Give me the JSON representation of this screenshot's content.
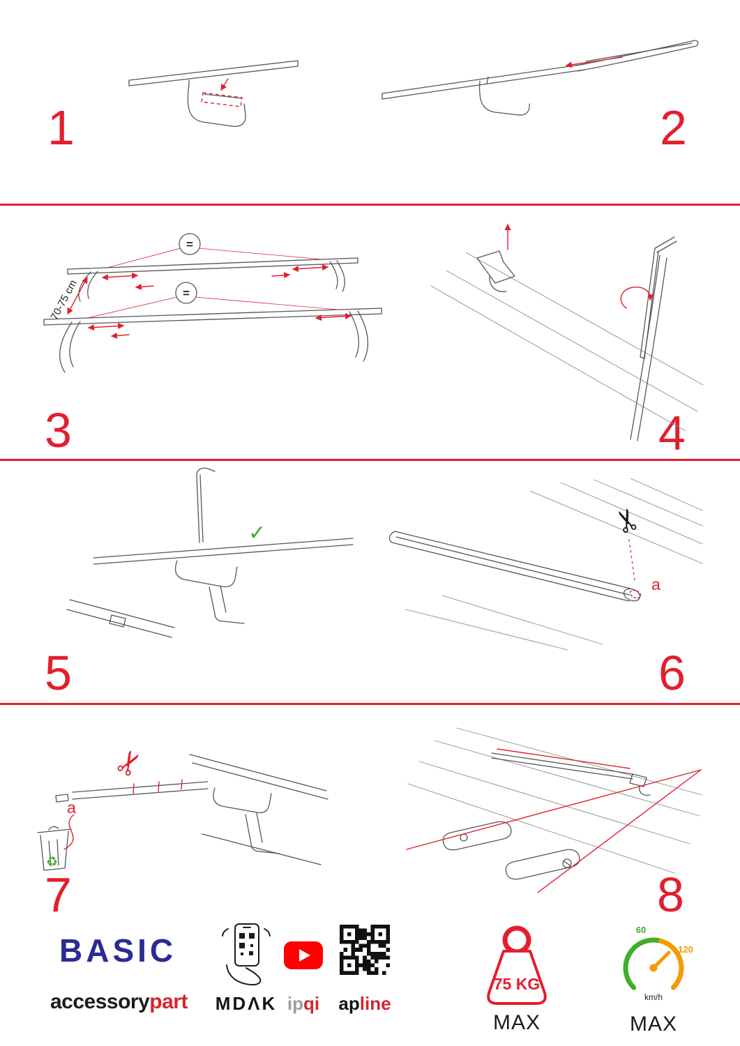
{
  "page": {
    "accent_red": "#e31e2d",
    "brand_blue": "#2b2b94",
    "green": "#3fae2a",
    "orange": "#f59a00",
    "youtube_red": "#ff0000",
    "background": "#ffffff"
  },
  "steps": [
    {
      "number": "1"
    },
    {
      "number": "2"
    },
    {
      "number": "3"
    },
    {
      "number": "4"
    },
    {
      "number": "5"
    },
    {
      "number": "6"
    },
    {
      "number": "7"
    },
    {
      "number": "8"
    }
  ],
  "annotations": {
    "equal_top": "=",
    "equal_bottom": "=",
    "bar_distance": "70-75 cm",
    "cut_label_step6": "a",
    "cut_label_step7": "a"
  },
  "icons": {
    "check": "✓",
    "scissors": "✂",
    "recycle": "♻"
  },
  "footer": {
    "brand": "BASIC",
    "brand_line_black": "accessory",
    "brand_line_red": "part",
    "logo_mdak": "MDΛK",
    "logo_ipqi_gray": "ip",
    "logo_ipqi_red": "qi",
    "logo_apline_black": "ap",
    "logo_apline_red": "line",
    "weight_value": "75 KG",
    "weight_max": "MAX",
    "speed_low": "60",
    "speed_high": "120",
    "speed_unit": "km/h",
    "speed_max": "MAX"
  }
}
